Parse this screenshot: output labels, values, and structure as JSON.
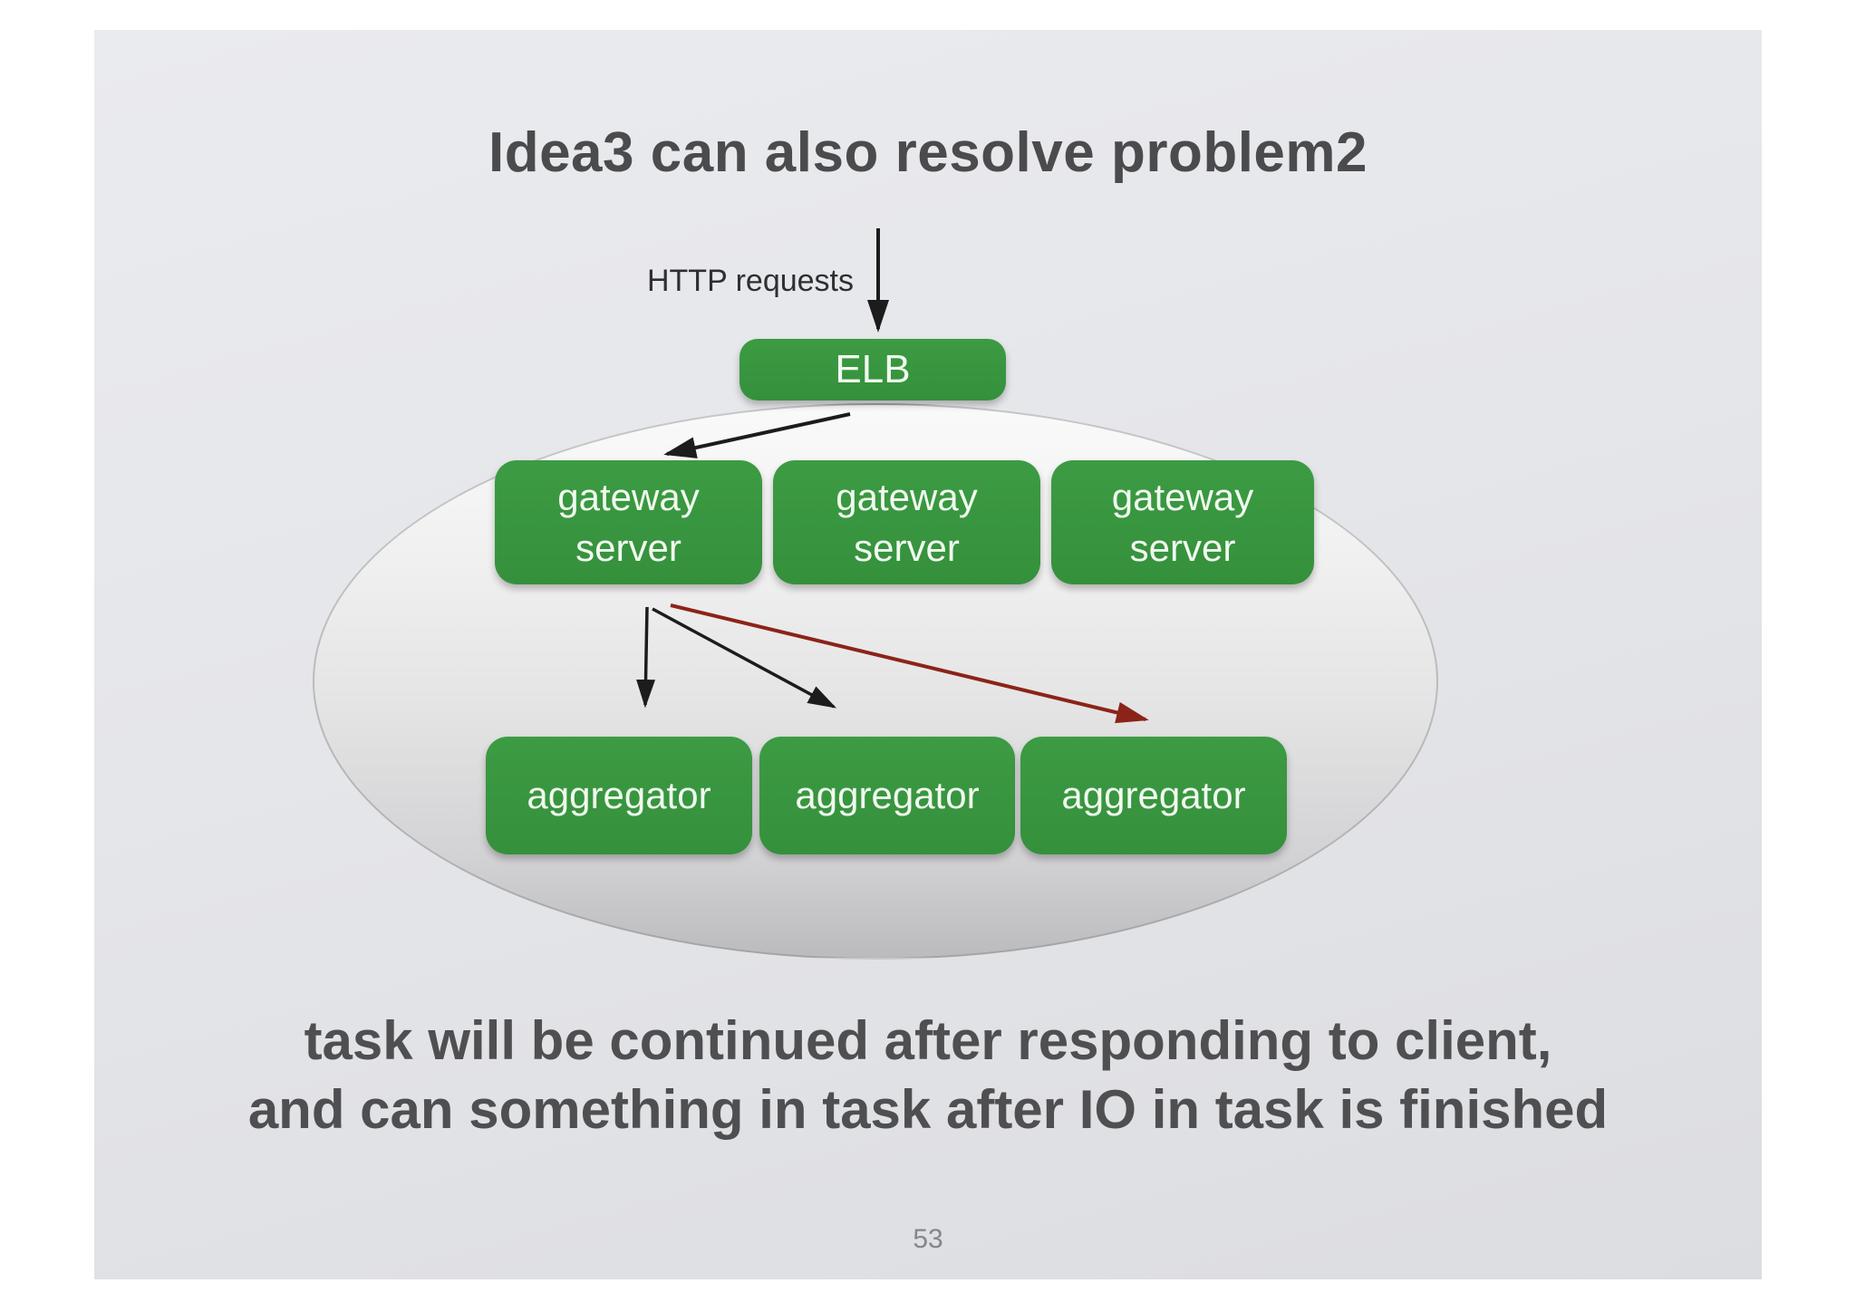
{
  "slide": {
    "title": "Idea3 can also resolve problem2",
    "caption_line1": "task will be continued after responding to client,",
    "caption_line2": "and can something in task after IO in task is finished",
    "page_number": "53"
  },
  "diagram": {
    "http_requests_label": "HTTP requests",
    "elb": {
      "label": "ELB"
    },
    "gateway_servers": [
      {
        "line1": "gateway",
        "line2": "server"
      },
      {
        "line1": "gateway",
        "line2": "server"
      },
      {
        "line1": "gateway",
        "line2": "server"
      }
    ],
    "aggregators": [
      {
        "label": "aggregator"
      },
      {
        "label": "aggregator"
      },
      {
        "label": "aggregator"
      }
    ],
    "colors": {
      "node_green": "#389540",
      "arrow_black": "#1c1c1c",
      "arrow_red": "#8c2318"
    }
  }
}
